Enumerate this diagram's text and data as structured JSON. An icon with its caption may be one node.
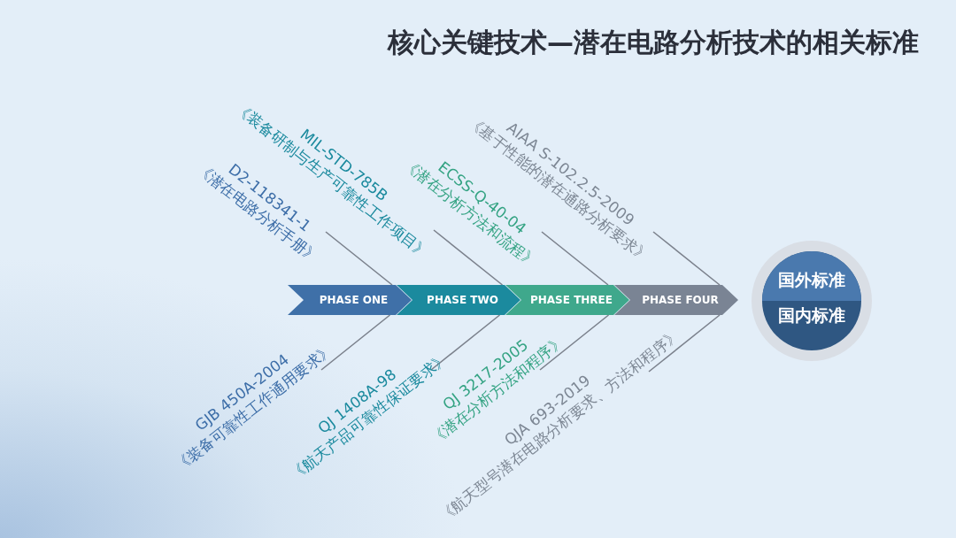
{
  "diagram": {
    "title": "核心关键技术—潜在电路分析技术的相关标准",
    "nodes": [
      {
        "text": [
          "D2-118341-1",
          "《潜在电路分析手册》"
        ]
      },
      {
        "text": [
          "MIL-STD-785B",
          "《装备研制与生产可靠性工作项目》"
        ]
      },
      {
        "text": [
          "ECSS-Q-40-04",
          "《潜在分析方法和流程》"
        ]
      },
      {
        "text": [
          "AIAA S-102.2.5-2009",
          "《基于性能的潜在通路分析要求》"
        ]
      },
      {
        "text": [
          "PHASE ONE"
        ]
      },
      {
        "text": [
          "PHASE TWO"
        ]
      },
      {
        "text": [
          "PHASE THREE"
        ]
      },
      {
        "text": [
          "PHASE FOUR"
        ]
      },
      {
        "text": [
          "国外标准",
          "国内标准"
        ]
      },
      {
        "text": [
          "GJB 450A-2004",
          "《装备可靠性工作通用要求》"
        ]
      },
      {
        "text": [
          "QJ 1408A-98",
          "《航天产品可靠性保证要求》"
        ]
      },
      {
        "text": [
          "QJ 3217-2005",
          "《潜在分析方法和程序》"
        ]
      },
      {
        "text": [
          "QJA 693-2019",
          "《航天型号潜在电路分析要求、方法和程序》"
        ]
      }
    ],
    "edges": [
      {
        "from": 0,
        "to": 4,
        "arrow": "none"
      },
      {
        "from": 1,
        "to": 5,
        "arrow": "none"
      },
      {
        "from": 2,
        "to": 6,
        "arrow": "none"
      },
      {
        "from": 3,
        "to": 7,
        "arrow": "none"
      },
      {
        "from": 9,
        "to": 4,
        "arrow": "none"
      },
      {
        "from": 10,
        "to": 5,
        "arrow": "none"
      },
      {
        "from": 11,
        "to": 6,
        "arrow": "none"
      },
      {
        "from": 12,
        "to": 7,
        "arrow": "none"
      }
    ]
  }
}
